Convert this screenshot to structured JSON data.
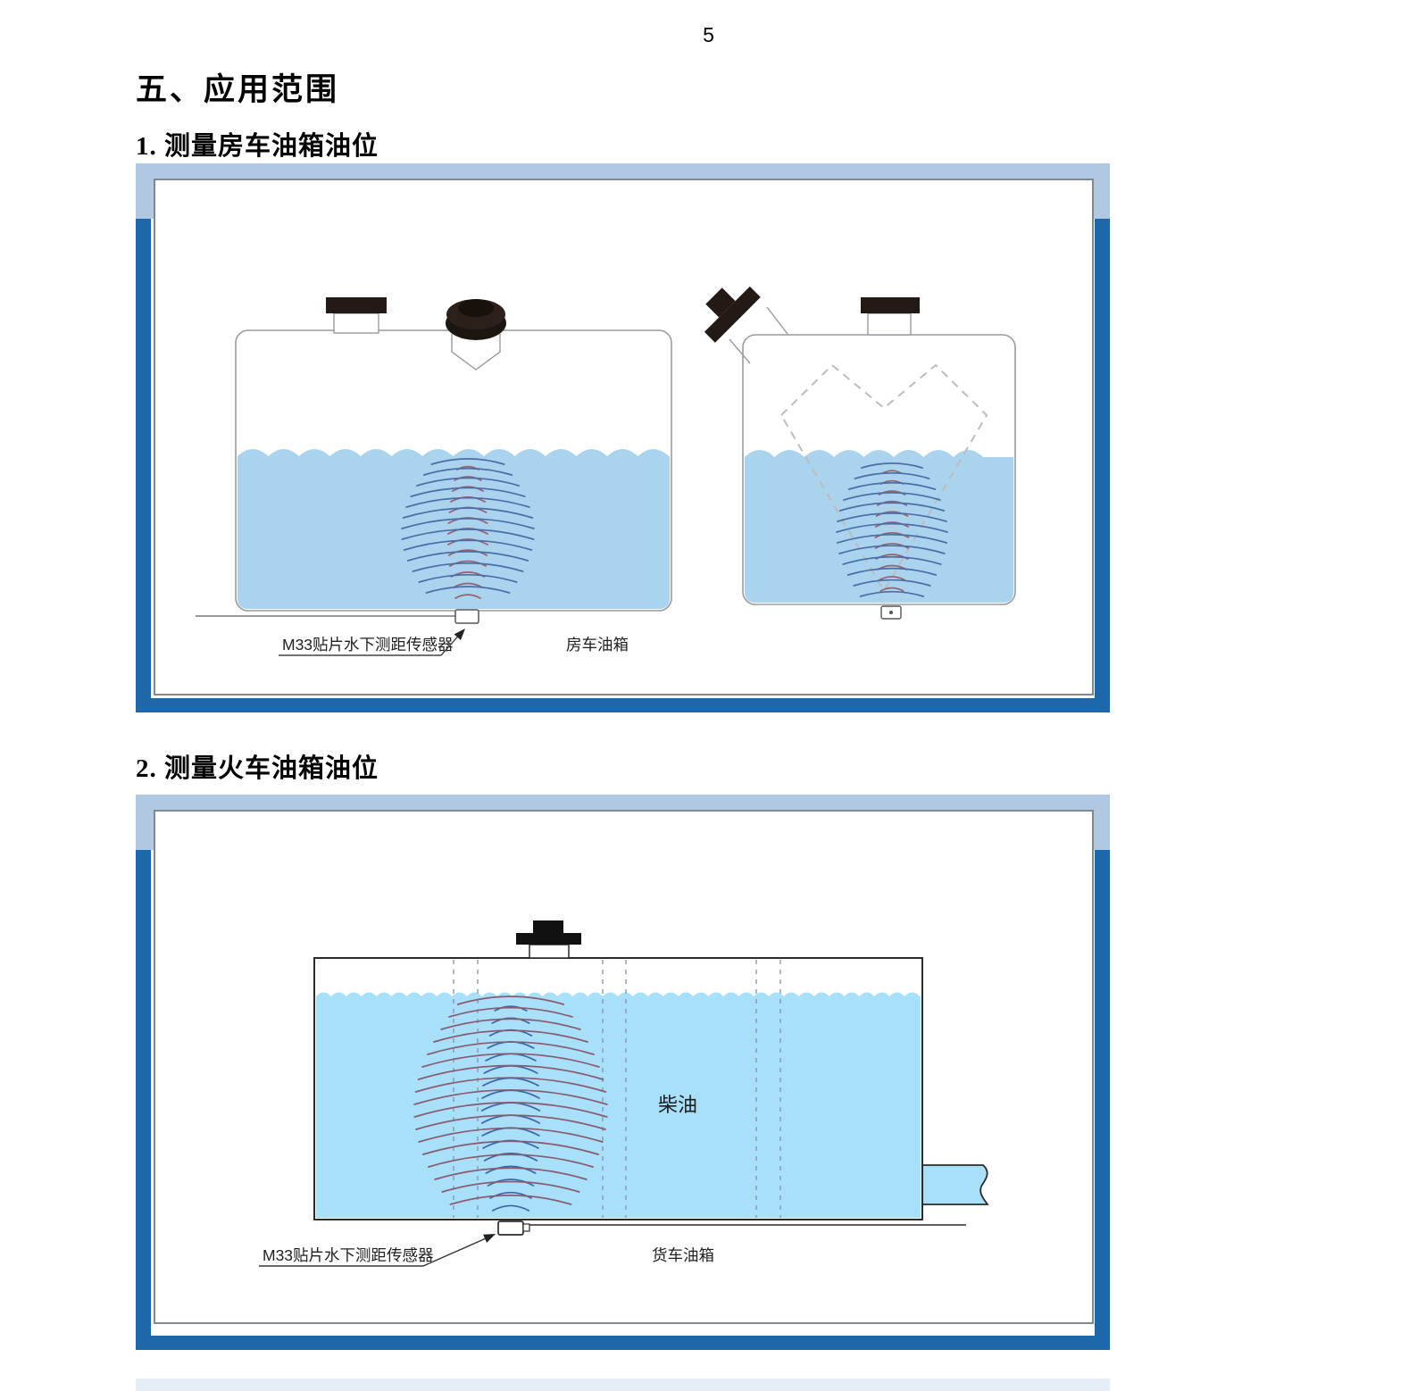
{
  "page": {
    "number": "5"
  },
  "section_heading": "五、应用范围",
  "figures": [
    {
      "heading": "1. 测量房车油箱油位",
      "sensor_label": "M33贴片水下测距传感器",
      "tank_label": "房车油箱"
    },
    {
      "heading": "2. 测量火车油箱油位",
      "sensor_label": "M33贴片水下测距传感器",
      "tank_label": "货车油箱",
      "liquid_label": "柴油"
    }
  ],
  "colors": {
    "frame_strip": "#b0c9e0",
    "frame_border": "#1e67a9",
    "panel_border": "#7c8a93",
    "tank_outline_1": "#9a9aa0",
    "tank_outline_2": "#2b2b2b",
    "water_1": "#aad4ee",
    "water_2": "#a7e0f8",
    "arc_blue": "#4a6ea6",
    "arc_red": "#96606f",
    "arc_maroon": "#8a5a70",
    "arc_blue2": "#3f63a8",
    "cap_black": "#241a15",
    "dashed_grey": "#b9bcc0",
    "dashed_blue_grey": "#8a9aab",
    "label_text": "#1f1f1f"
  }
}
